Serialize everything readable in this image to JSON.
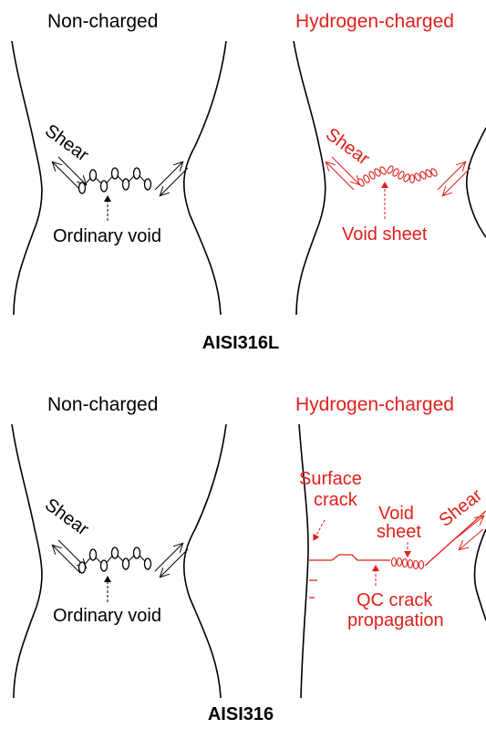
{
  "colors": {
    "black": "#000000",
    "red": "#e0201b"
  },
  "top": {
    "left_title": "Non-charged",
    "right_title": "Hydrogen-charged",
    "left_shear": "Shear",
    "right_shear": "Shear",
    "left_void_label": "Ordinary void",
    "right_void_label": "Void sheet",
    "caption": "AISI316L"
  },
  "bottom": {
    "left_title": "Non-charged",
    "right_title": "Hydrogen-charged",
    "left_shear": "Shear",
    "right_shear": "Shear",
    "left_void_label": "Ordinary void",
    "surface_crack_line1": "Surface",
    "surface_crack_line2": "crack",
    "void_sheet_line1": "Void",
    "void_sheet_line2": "sheet",
    "qc_line1": "QC crack",
    "qc_line2": "propagation",
    "caption": "AISI316"
  }
}
